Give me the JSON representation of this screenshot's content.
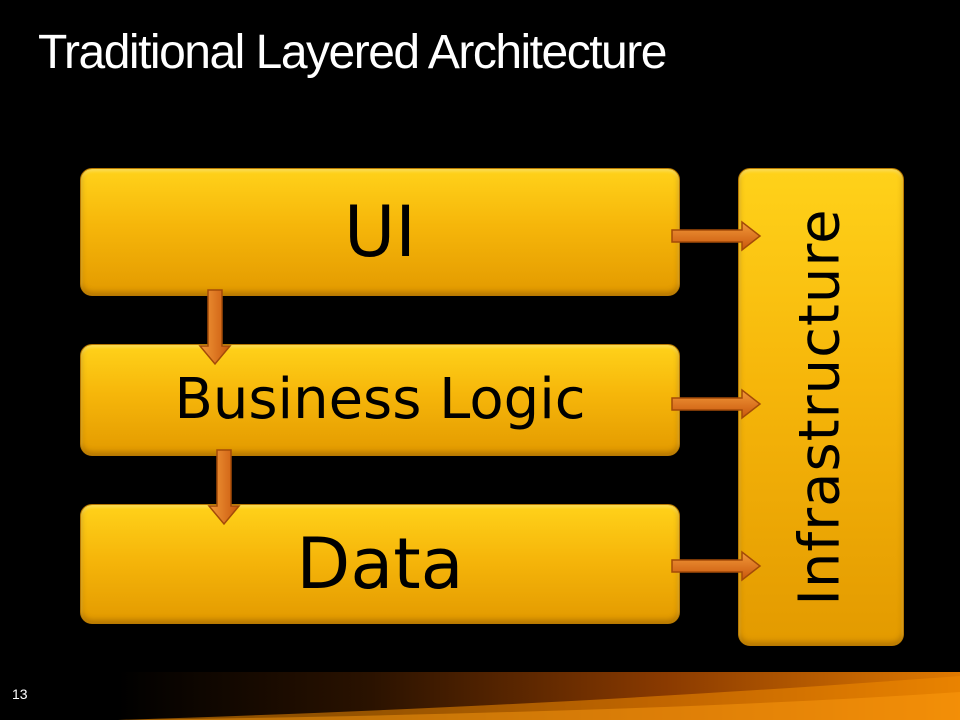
{
  "slide": {
    "title": "Traditional Layered Architecture",
    "page_number": "13"
  },
  "layers": {
    "ui": "UI",
    "business_logic": "Business Logic",
    "data": "Data",
    "infrastructure": "Infrastructure"
  },
  "colors": {
    "background": "#000000",
    "title_text": "#ffffff",
    "box_fill": "#f6b60a",
    "box_text": "#000000",
    "arrow_fill": "#e8751a",
    "arrow_outline": "#b85a10"
  },
  "diagram_data": {
    "nodes": [
      "UI",
      "Business Logic",
      "Data",
      "Infrastructure"
    ],
    "edges": [
      {
        "from": "UI",
        "to": "Business Logic"
      },
      {
        "from": "Business Logic",
        "to": "Data"
      },
      {
        "from": "UI",
        "to": "Infrastructure"
      },
      {
        "from": "Business Logic",
        "to": "Infrastructure"
      },
      {
        "from": "Data",
        "to": "Infrastructure"
      }
    ]
  }
}
